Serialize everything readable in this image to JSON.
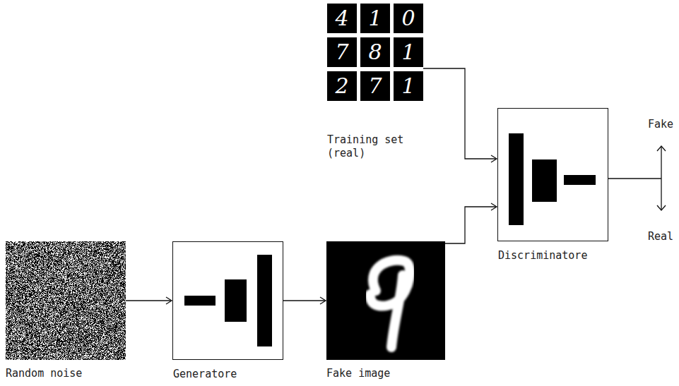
{
  "diagram": {
    "nodes": [
      {
        "text": [
          "Random noise"
        ]
      },
      {
        "text": [
          "Generatore"
        ]
      },
      {
        "text": [
          "Fake image"
        ]
      },
      {
        "text": [
          "Training set (real)"
        ]
      },
      {
        "text": [
          "Discriminatore"
        ]
      }
    ],
    "edges": [
      {
        "from": 0,
        "to": 1,
        "arrow": "to"
      },
      {
        "from": 1,
        "to": 2,
        "arrow": "to"
      },
      {
        "from": 2,
        "to": 4,
        "arrow": "to"
      },
      {
        "from": 3,
        "to": 4,
        "arrow": "to"
      }
    ],
    "labels": [
      "4",
      "1",
      "0",
      "7",
      "8",
      "1",
      "2",
      "7",
      "1",
      "Fake",
      "Real"
    ]
  }
}
